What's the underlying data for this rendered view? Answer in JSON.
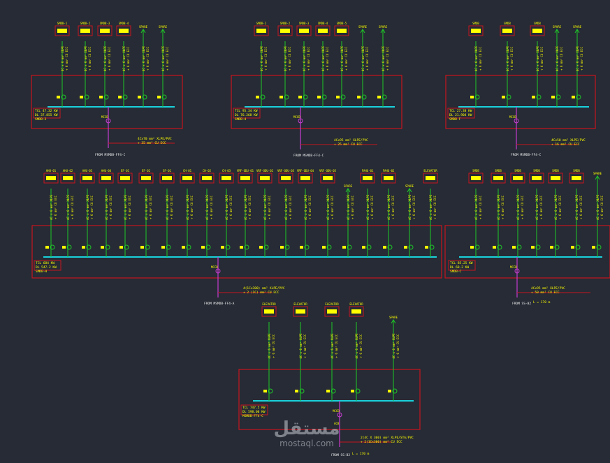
{
  "colors": {
    "background": "#262b35",
    "panel_frame": "#c8141e",
    "busbar": "#19d2dc",
    "feeder_line": "#1ec828",
    "incomer_line": "#c83cd2",
    "label": "#ffff00",
    "text": "#f0f0f0"
  },
  "symbols": {
    "feeder_node": "circuit-breaker-icon",
    "label_box": "load-tag-icon"
  },
  "panels": [
    {
      "id": "p1",
      "feeders": [
        "SMDB-1",
        "SMDB-2",
        "SMDB-3",
        "SMDB-4",
        "SPARE",
        "SPARE"
      ],
      "info": [
        "TCL 47.32 KW",
        "DL 37.855 KW",
        "SMDB-3"
      ],
      "incomer_tag": "MCCB",
      "cable_lines": [
        "4Cx70 mm² XLPE/PVC",
        "+ 35 mm² CU ECC"
      ],
      "from_label": "FROM MSMDB-FF4-C"
    },
    {
      "id": "p2",
      "feeders": [
        "SMDB-1",
        "SMDB-2",
        "SMDB-3",
        "SMDB-4",
        "SMDB-5",
        "SPARE",
        "SPARE"
      ],
      "info": [
        "TCL 95.34 KW",
        "DL 76.268 KW",
        "SMDB-4"
      ],
      "incomer_tag": "MCCB",
      "cable_lines": [
        "4Cx95 mm² XLPE/PVC",
        "+ 25 mm² CU ECC"
      ],
      "from_label": "FROM MSMDB-FF4-C"
    },
    {
      "id": "p3",
      "feeders": [
        "SMDB",
        "SMDB",
        "SMDB",
        "SPARE",
        "SPARE"
      ],
      "info": [
        "TCL 27.38 KW",
        "DL 21.904 KW",
        "SMDB-F"
      ],
      "incomer_tag": "MCCB",
      "cable_lines": [
        "4Cx50 mm² XLPE/PVC",
        "+ 16 mm² CU ECC"
      ],
      "from_label": "FROM MSMDB-FF4-C"
    },
    {
      "id": "p4",
      "feeders": [
        "AHU-01",
        "AHU-02",
        "AHU-03",
        "AHU-04",
        "EF-01",
        "EF-02",
        "SF-01",
        "CH-01",
        "CH-02",
        "CH-03",
        "VRF-ODU-01",
        "VRF-ODU-02",
        "VRF-ODU-03",
        "VRF-ODU-04",
        "VRF-ODU-05",
        "SPARE",
        "FAHU-01",
        "FAHU-02",
        "SPARE",
        "ELEVATOR"
      ],
      "info": [
        "TCL 684 KW",
        "DL 547.2 KW",
        "SMDB-H"
      ],
      "incomer_tag": "MCCB",
      "cable_lines": [
        "4(1Cx300) mm² XLPE/PVC",
        "+ 2 (1C) mm² CU ECC"
      ],
      "from_label": "FROM MSMDB-FF4-A"
    },
    {
      "id": "p5",
      "feeders": [
        "SMDB",
        "SMDB",
        "SMDB",
        "SMDB",
        "SMDB",
        "SMDB",
        "SPARE"
      ],
      "info": [
        "TCL 85.25 KW",
        "DL 68.2 KW",
        "SMDB-C"
      ],
      "incomer_tag": "MCCB",
      "cable_lines": [
        "4Cx95 mm² XLPE/PVC",
        "+ 50 mm² CU ECC"
      ],
      "from_label": "FROM SS-B2",
      "length": "L = 170 m"
    },
    {
      "id": "p6",
      "feeders": [
        "ELEVATOR",
        "ELEVATOR",
        "ELEVATOR",
        "ELEVATOR",
        "SPARE"
      ],
      "info": [
        "TCL 747.5 KW",
        "DL 598.00 KW",
        "MSMDB-FF4-C"
      ],
      "incomer_tag": "MCCB",
      "incomer_tag2": "ACB",
      "cable_lines": [
        "2(4C X 300) mm² XLPE/STA/PVC",
        "+ 2(1Cx300) mm² CU ECC"
      ],
      "from_label": "FROM SS-B2",
      "length": "L = 170 m"
    }
  ],
  "watermark": {
    "arabic": "مستقل",
    "latin": "mostaql.com"
  }
}
